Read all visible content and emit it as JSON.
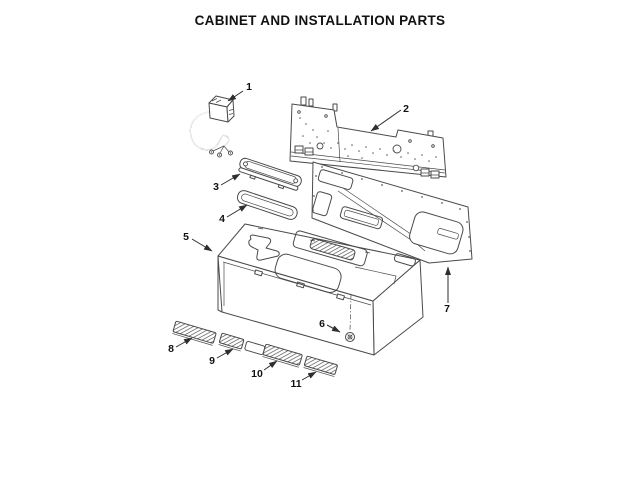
{
  "title": "CABINET AND INSTALLATION PARTS",
  "colors": {
    "ink": "#4a4a4a",
    "label": "#111111",
    "background": "#ffffff"
  },
  "diagram": {
    "callouts": [
      {
        "number": "1"
      },
      {
        "number": "2"
      },
      {
        "number": "3"
      },
      {
        "number": "4"
      },
      {
        "number": "5"
      },
      {
        "number": "6"
      },
      {
        "number": "7"
      },
      {
        "number": "8"
      },
      {
        "number": "9"
      },
      {
        "number": "10"
      },
      {
        "number": "11"
      }
    ]
  }
}
